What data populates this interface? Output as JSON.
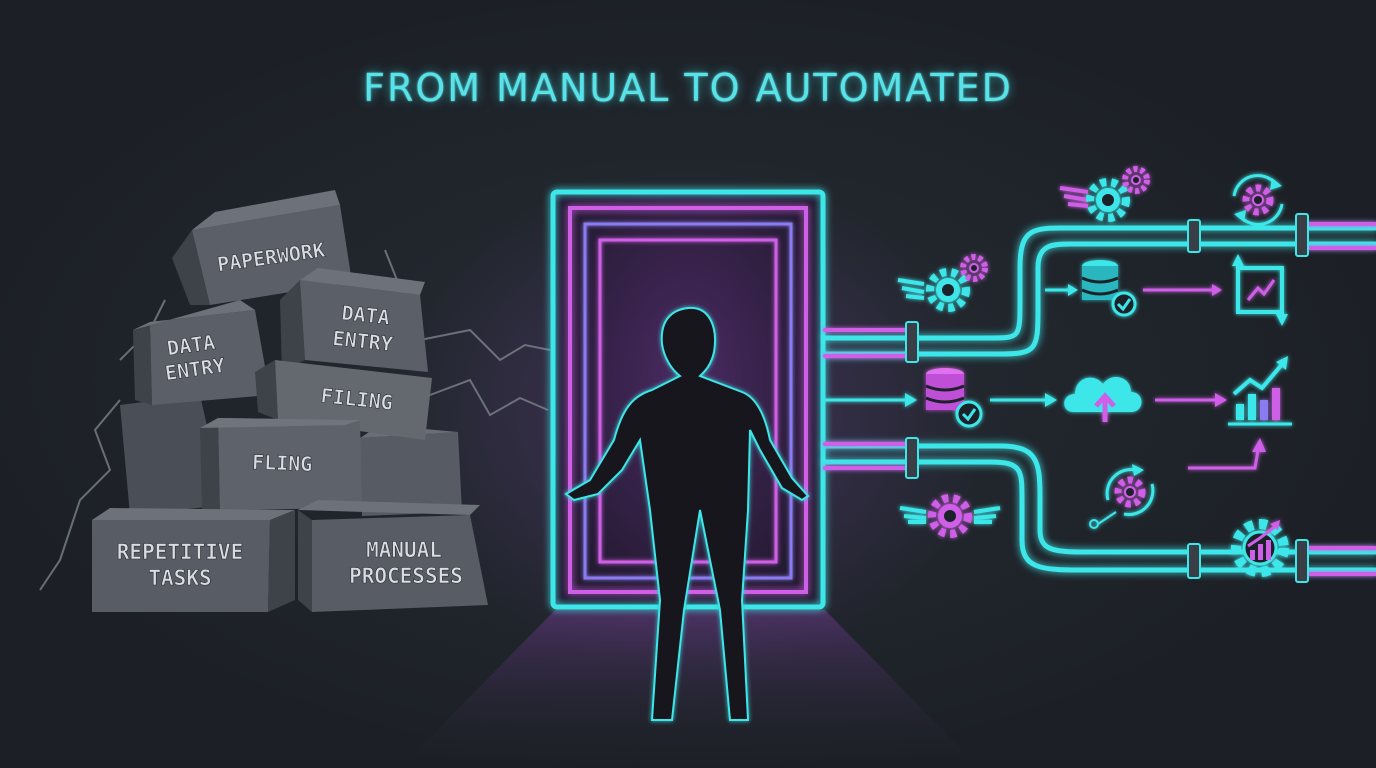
{
  "title": "FROM MANUAL TO AUTOMATED",
  "boxes": {
    "paperwork": "PAPERWORK",
    "data_entry_left": [
      "DATA",
      "ENTRY"
    ],
    "data_entry_right": [
      "DATA",
      "ENTRY"
    ],
    "filing_upper": "FILING",
    "filing_lower": "FLING",
    "repetitive": [
      "REPETITIVE",
      "TASKS"
    ],
    "manual": [
      "MANUAL",
      "PROCESSES"
    ]
  },
  "colors": {
    "background": "#1f242b",
    "cyan": "#3ee6e8",
    "magenta": "#d05ee8",
    "box_face": "#5b6068",
    "box_side": "#3e434a",
    "box_text": "#d9dde2"
  },
  "icons": [
    "winged-gear-icon",
    "gear-icon",
    "database-check-icon",
    "cloud-upload-icon",
    "bar-chart-growth-icon",
    "sync-gear-icon",
    "trend-swap-icon",
    "gear-growth-icon"
  ]
}
